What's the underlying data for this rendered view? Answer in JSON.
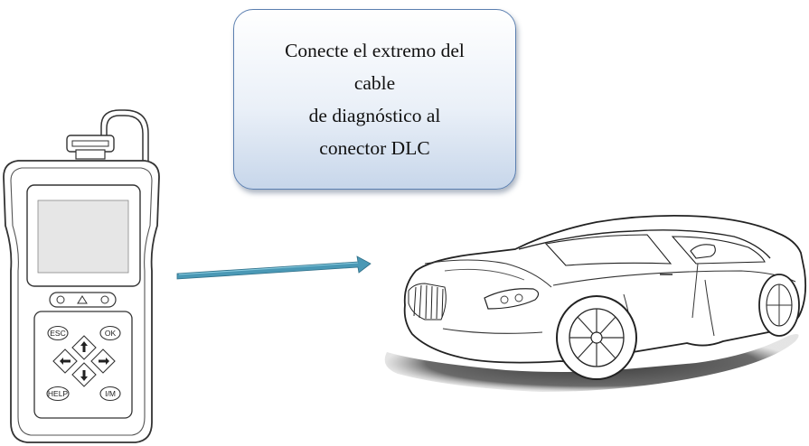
{
  "callout": {
    "lines": [
      "Conecte el extremo del",
      "cable",
      "de diagnóstico al",
      "conector DLC"
    ]
  },
  "device": {
    "keys": {
      "esc": "ESC",
      "ok": "OK",
      "help": "HELP",
      "im": "I/M"
    }
  },
  "colors": {
    "arrow": "#4a98b5",
    "callout_border": "#5b7fb0",
    "screen": "#e6e6e6"
  },
  "icons": [
    "arrow-up-icon",
    "arrow-down-icon",
    "arrow-right-icon",
    "arrow-left-icon",
    "warning-icon"
  ]
}
